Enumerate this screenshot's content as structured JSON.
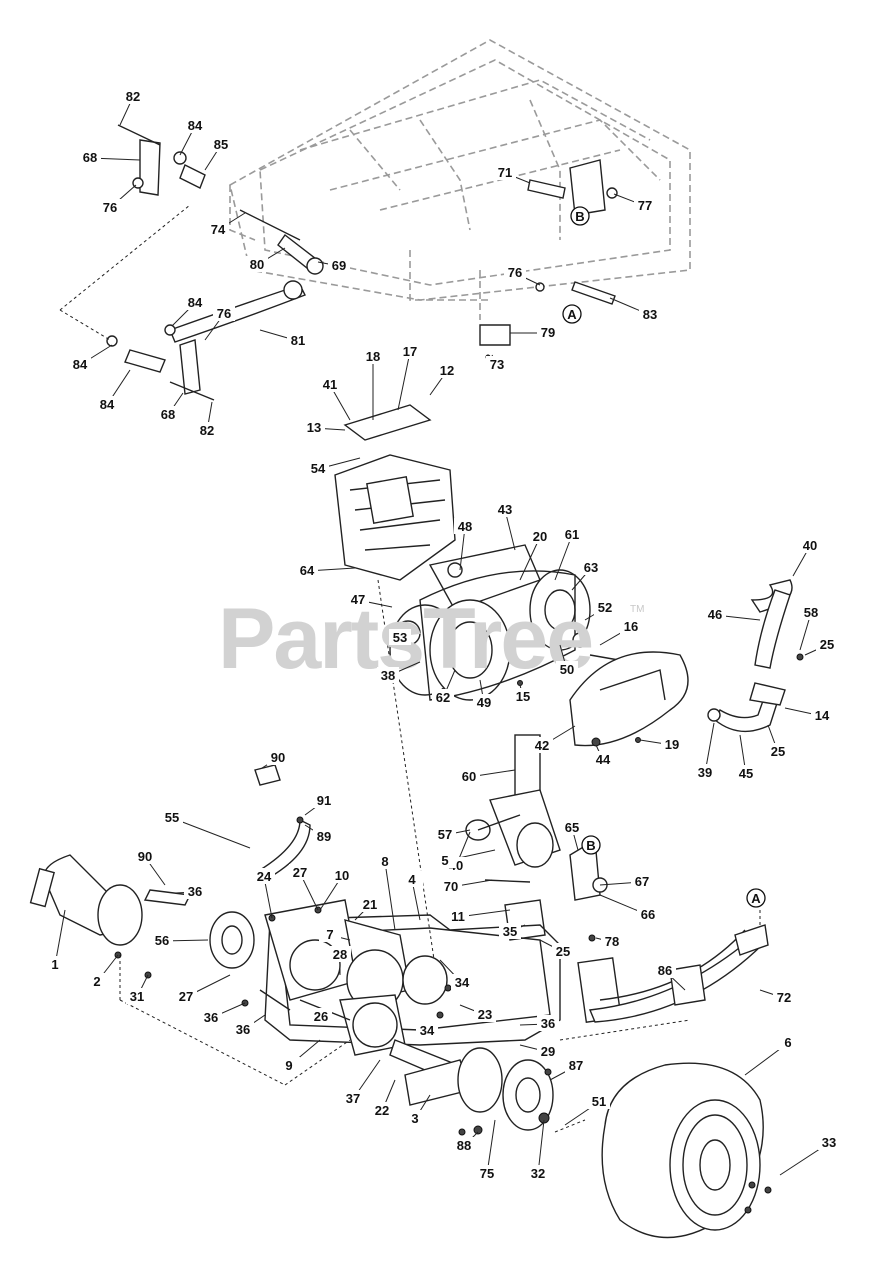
{
  "watermark": {
    "text": "PartsTree",
    "trademark": "TM"
  },
  "callouts": [
    "82",
    "84",
    "85",
    "68",
    "76",
    "71",
    "77",
    "74",
    "80",
    "69",
    "76",
    "83",
    "84",
    "76",
    "81",
    "79",
    "73",
    "84",
    "84",
    "68",
    "82",
    "41",
    "18",
    "17",
    "12",
    "13",
    "54",
    "43",
    "48",
    "20",
    "61",
    "63",
    "64",
    "47",
    "53",
    "52",
    "16",
    "38",
    "62",
    "49",
    "15",
    "50",
    "40",
    "46",
    "58",
    "25",
    "14",
    "25",
    "42",
    "19",
    "39",
    "45",
    "44",
    "60",
    "57",
    "40",
    "5",
    "65",
    "67",
    "66",
    "70",
    "11",
    "35",
    "25",
    "78",
    "90",
    "91",
    "89",
    "55",
    "90",
    "36",
    "24",
    "27",
    "10",
    "21",
    "8",
    "4",
    "1",
    "56",
    "7",
    "28",
    "2",
    "27",
    "31",
    "36",
    "36",
    "26",
    "34",
    "23",
    "34",
    "36",
    "9",
    "29",
    "6",
    "87",
    "51",
    "37",
    "22",
    "3",
    "88",
    "75",
    "32",
    "33",
    "86",
    "72",
    "81"
  ],
  "circle_markers": [
    "B",
    "A",
    "B",
    "A"
  ]
}
